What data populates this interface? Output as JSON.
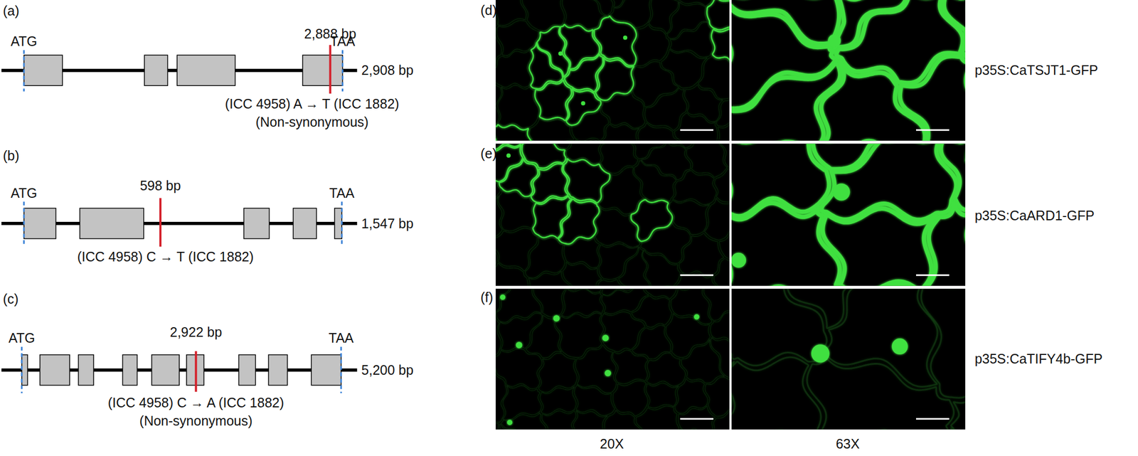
{
  "diagram": {
    "labels": [
      "(a)",
      "2,888 bp",
      "ATG",
      "TAA",
      "2,908 bp",
      "(ICC 4958) A → T (ICC 1882)",
      "(Non-synonymous)",
      "(b)",
      "ATG",
      "598 bp",
      "TAA",
      "1,547 bp",
      "(ICC 4958) C → T (ICC 1882)",
      "(c)",
      "ATG",
      "2,922 bp",
      "TAA",
      "5,200 bp",
      "(ICC 4958) C → A (ICC 1882)",
      "(Non-synonymous)",
      "(d)",
      "(e)",
      "(f)",
      "p35S:CaTSJT1-GFP",
      "p35S:CaARD1-GFP",
      "p35S:CaTIFY4b-GFP",
      "20X",
      "63X"
    ]
  }
}
